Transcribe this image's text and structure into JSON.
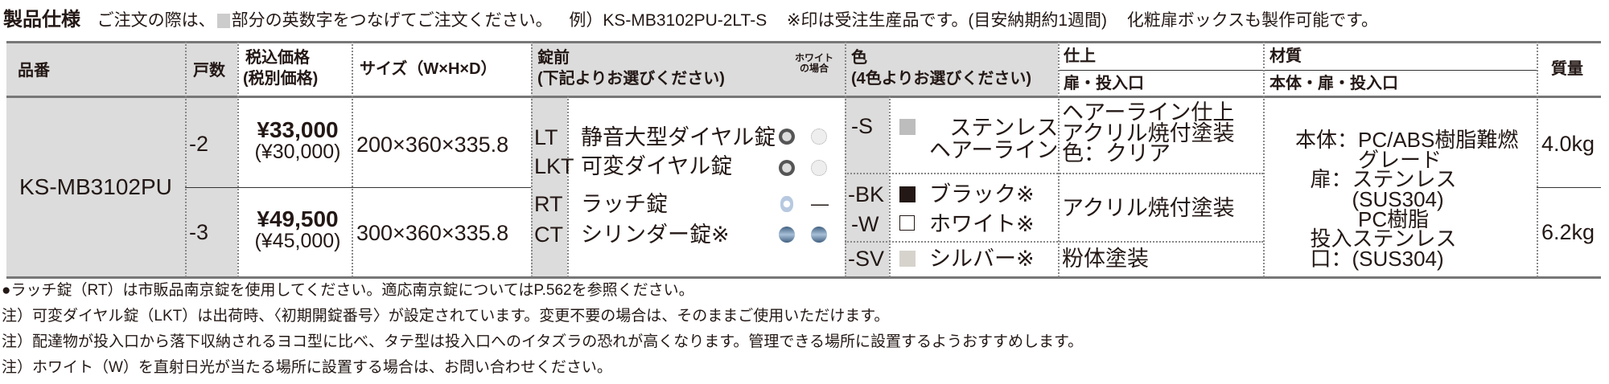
{
  "title": "製品仕様",
  "intro_notes": [
    "ご注文の際は、",
    "部分の英数字をつなげてご注文ください。",
    "例）KS-MB3102PU-2LT-S",
    "※印は受注生産品です。(目安納期約1週間)",
    "化粧扉ボックスも製作可能です。"
  ],
  "headers": {
    "hinban": "品番",
    "kosu": "戸数",
    "price1": "税込価格",
    "price2": "(税別価格)",
    "size": "サイズ（W×H×D）",
    "lock1": "錠前",
    "lock2": "(下記よりお選びください)",
    "white1": "ホワイト",
    "white2": "の場合",
    "color1": "色",
    "color2": "(4色よりお選びください)",
    "finish": "仕上",
    "finish_sub": "扉・投入口",
    "material": "材質",
    "material_sub": "本体・扉・投入口",
    "weight": "質量"
  },
  "model": "KS-MB3102PU",
  "rows": [
    {
      "kosu": "-2",
      "price": "¥33,000",
      "price_ex": "(¥30,000)",
      "size": "200×360×335.8",
      "weight": "4.0kg"
    },
    {
      "kosu": "-3",
      "price": "¥49,500",
      "price_ex": "(¥45,000)",
      "size": "300×360×335.8",
      "weight": "6.2kg"
    }
  ],
  "locks": [
    {
      "code": "LT",
      "name": "静音大型ダイヤル錠",
      "icon": "dial-lock-icon",
      "white_icon": "dial-lock-white-icon"
    },
    {
      "code": "LKT",
      "name": "可変ダイヤル錠",
      "icon": "dial-lock-icon",
      "white_icon": "dial-lock-white-icon"
    },
    {
      "code": "RT",
      "name": "ラッチ錠",
      "icon": "latch-lock-icon",
      "white": "—"
    },
    {
      "code": "CT",
      "name": "シリンダー錠※",
      "icon": "cylinder-lock-icon",
      "white_icon": "cylinder-lock-icon"
    }
  ],
  "colors": [
    {
      "code": "-S",
      "name1": "ステンレス",
      "name2": "ヘアーライン",
      "swatch": "#bdbdbd"
    },
    {
      "code": "-BK",
      "name1": "ブラック※",
      "swatch": "#231815"
    },
    {
      "code": "-W",
      "name1": "ホワイト※",
      "swatch": "#ffffff"
    },
    {
      "code": "-SV",
      "name1": "シルバー※",
      "swatch": "#d5d3cc"
    }
  ],
  "finishes": {
    "s": [
      "ヘアーライン仕上",
      "アクリル焼付塗装",
      "色：クリア"
    ],
    "bkw": "アクリル焼付塗装",
    "sv": "粉体塗装"
  },
  "materials": [
    {
      "label": "本体：",
      "value": "PC/ABS樹脂難燃"
    },
    {
      "label": "",
      "value": "グレード"
    },
    {
      "label": "扉：",
      "value": "ステンレス(SUS304)"
    },
    {
      "label": "",
      "value": "PC樹脂"
    },
    {
      "label": "投入口：",
      "value": "ステンレス(SUS304)"
    }
  ],
  "notes": [
    "●ラッチ錠（RT）は市販品南京錠を使用してください。適応南京錠についてはP.562を参照ください。",
    "注）可変ダイヤル錠（LKT）は出荷時、〈初期開錠番号〉が設定されています。変更不要の場合は、そのままご使用いただけます。",
    "注）配達物が投入口から落下収納されるヨコ型に比べ、タテ型は投入口へのイタズラの恐れが高くなります。管理できる場所に設置するようおすすめします。",
    "注）ホワイト（W）を直射日光が当たる場所に設置する場合は、お問い合わせください。"
  ]
}
